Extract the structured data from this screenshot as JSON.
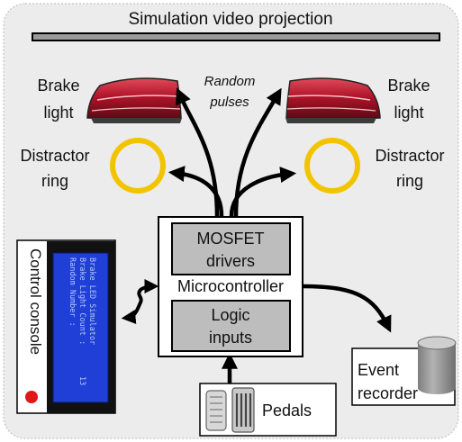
{
  "title": "Simulation video projection",
  "left_brake_label": [
    "Brake",
    "light"
  ],
  "right_brake_label": [
    "Brake",
    "light"
  ],
  "random_pulses_label": [
    "Random",
    "pulses"
  ],
  "left_ring_label": [
    "Distractor",
    "ring"
  ],
  "right_ring_label": [
    "Distractor",
    "ring"
  ],
  "mosfet_label": [
    "MOSFET",
    "drivers"
  ],
  "microcontroller_label": "Microcontroller",
  "logic_label": [
    "Logic",
    "inputs"
  ],
  "console_label": "Control console",
  "lcd_lines": [
    "Brake LED Simulator",
    "Brake Light Count :",
    "Random Number  :",
    "13"
  ],
  "event_label": [
    "Event",
    "recorder"
  ],
  "pedals_label": "Pedals",
  "colors": {
    "panel": "#ececec",
    "ring": "#f2c400",
    "brake_red": "#b0142a",
    "module": "#bdbdbd",
    "lcd_blue": "#1f3fd6",
    "console_dot": "#e01818",
    "cylinder": "#a9a9a9"
  }
}
